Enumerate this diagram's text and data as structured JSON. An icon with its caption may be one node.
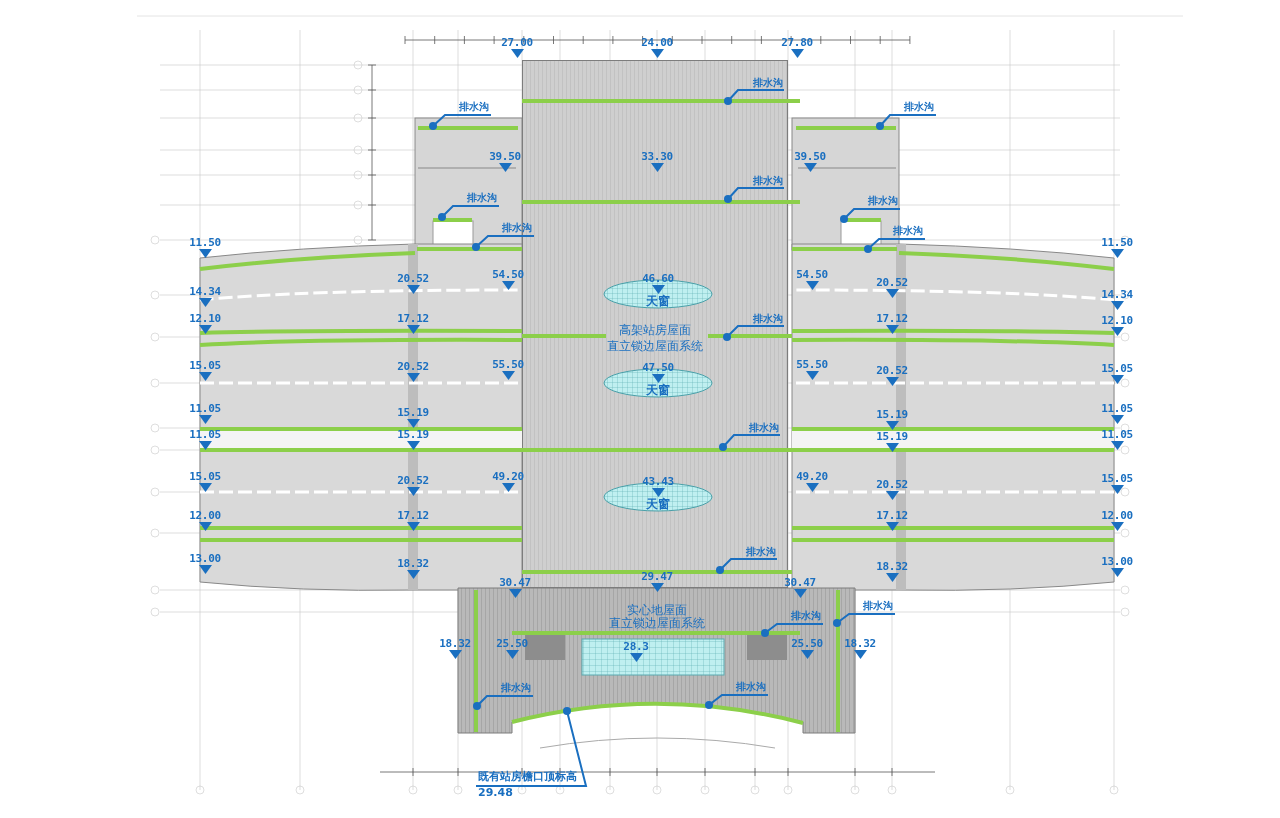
{
  "diagram": {
    "nodes": [
      {
        "text": [
          "高架站房屋面",
          "直立锁边屋面系统"
        ]
      },
      {
        "text": [
          "天窗"
        ],
        "in": 0,
        "beside": [
          "46.60"
        ]
      },
      {
        "text": [
          "天窗"
        ],
        "in": 0,
        "beside": [
          "47.50"
        ]
      },
      {
        "text": [
          "天窗"
        ],
        "in": 0,
        "beside": [
          "43.43"
        ]
      },
      {
        "text": [
          "实心地屋面",
          "直立锁边屋面系统"
        ]
      },
      {
        "text": [
          "排水沟"
        ],
        "in": 0
      },
      {
        "text": [
          "排水沟"
        ]
      },
      {
        "text": [
          "排水沟"
        ]
      },
      {
        "text": [
          "排水沟"
        ],
        "in": 0
      },
      {
        "text": [
          "排水沟"
        ]
      },
      {
        "text": [
          "排水沟"
        ]
      },
      {
        "text": [
          "排水沟"
        ]
      },
      {
        "text": [
          "排水沟"
        ]
      },
      {
        "text": [
          "排水沟"
        ],
        "in": 0
      },
      {
        "text": [
          "排水沟"
        ],
        "in": 0
      },
      {
        "text": [
          "排水沟"
        ],
        "in": 0
      },
      {
        "text": [
          "排水沟"
        ]
      },
      {
        "text": [
          "排水沟"
        ],
        "in": 4
      },
      {
        "text": [
          "排水沟"
        ],
        "in": 4
      },
      {
        "text": [
          "排水沟"
        ],
        "in": 4
      },
      {
        "text": [
          "既有站房檐口顶标高",
          "29.48"
        ]
      },
      {
        "text": [],
        "shape": "bar",
        "in": 4
      },
      {
        "text": [],
        "shape": "bar",
        "in": 4
      }
    ],
    "edges": [
      {
        "from": 5,
        "to": null,
        "arrow": "other"
      },
      {
        "from": 6,
        "to": null,
        "arrow": "other"
      },
      {
        "from": 7,
        "to": null,
        "arrow": "other"
      },
      {
        "from": 8,
        "to": null,
        "arrow": "other"
      },
      {
        "from": 9,
        "to": null,
        "arrow": "other"
      },
      {
        "from": 10,
        "to": null,
        "arrow": "other"
      },
      {
        "from": 11,
        "to": null,
        "arrow": "other"
      },
      {
        "from": 12,
        "to": null,
        "arrow": "other"
      },
      {
        "from": 13,
        "to": null,
        "arrow": "other"
      },
      {
        "from": 14,
        "to": null,
        "arrow": "other"
      },
      {
        "from": 15,
        "to": null,
        "arrow": "other"
      },
      {
        "from": 16,
        "to": 22,
        "arrow": "other"
      },
      {
        "from": 17,
        "to": null,
        "arrow": "other"
      },
      {
        "from": 18,
        "to": null,
        "arrow": "other"
      },
      {
        "from": 19,
        "to": null,
        "arrow": "other"
      },
      {
        "from": 20,
        "to": 21,
        "arrow": "other"
      }
    ],
    "labels": [
      "27.00",
      "24.00",
      "27.80",
      "39.50",
      "33.30",
      "39.50",
      "11.50",
      "11.50",
      "20.52",
      "54.50",
      "54.50",
      "20.52",
      "14.34",
      "14.34",
      "12.10",
      "17.12",
      "17.12",
      "12.10",
      "15.05",
      "20.52",
      "55.50",
      "55.50",
      "20.52",
      "15.05",
      "11.05",
      "15.19",
      "15.19",
      "11.05",
      "11.05",
      "15.19",
      "15.19",
      "11.05",
      "15.05",
      "20.52",
      "49.20",
      "49.20",
      "20.52",
      "15.05",
      "12.00",
      "17.12",
      "17.12",
      "12.00",
      "13.00",
      "18.32",
      "18.32",
      "13.00",
      "30.47",
      "29.47",
      "30.47",
      "18.32",
      "25.50",
      "28.3",
      "25.50",
      "18.32"
    ]
  }
}
